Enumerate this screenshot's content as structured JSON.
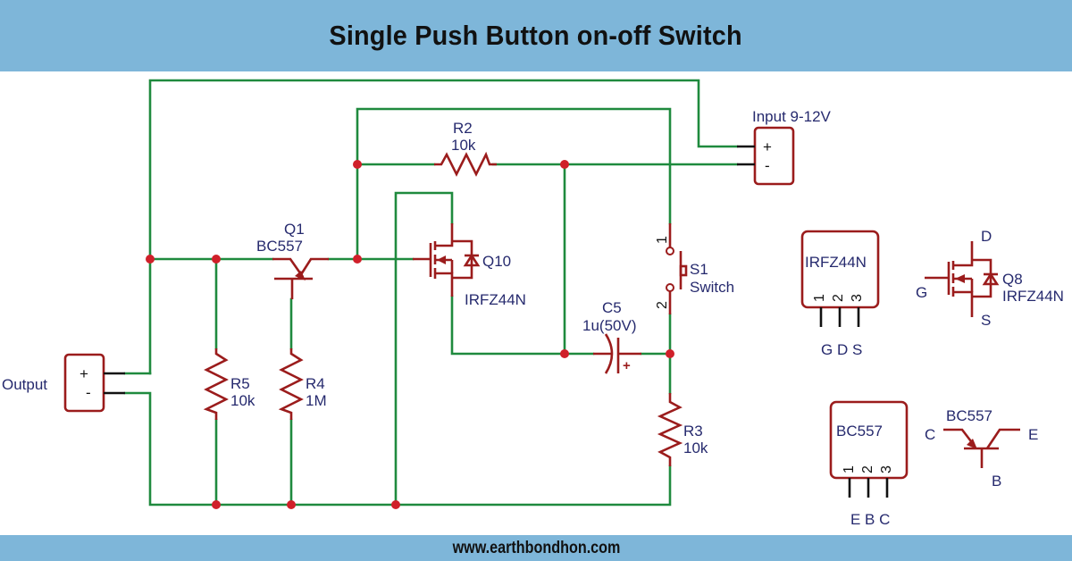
{
  "header": {
    "title": "Single Push Button on-off Switch"
  },
  "footer": {
    "website": "www.earthbondhon.com"
  },
  "colors": {
    "banner": "#7eb6d9",
    "wire": "#1f8a3e",
    "component": "#9b1c1c",
    "junction": "#d0202a",
    "label": "#262a6e"
  },
  "components": {
    "input_connector": {
      "label": "Input 9-12V",
      "plus": "+",
      "minus": "-"
    },
    "output_connector": {
      "label": "Output",
      "plus": "+",
      "minus": "-"
    },
    "r2": {
      "ref": "R2",
      "value": "10k"
    },
    "r3": {
      "ref": "R3",
      "value": "10k"
    },
    "r4": {
      "ref": "R4",
      "value": "1M"
    },
    "r5": {
      "ref": "R5",
      "value": "10k"
    },
    "q1": {
      "ref": "Q1",
      "part": "BC557"
    },
    "q10": {
      "ref": "Q10",
      "part": "IRFZ44N"
    },
    "c5": {
      "ref": "C5",
      "value": "1u(50V)",
      "polarity": "+"
    },
    "s1": {
      "ref": "S1",
      "name": "Switch",
      "pin1": "1",
      "pin2": "2"
    }
  },
  "pinouts": {
    "irfz44n_package": {
      "name": "IRFZ44N",
      "pins": [
        "1",
        "2",
        "3"
      ],
      "pin_names": "G D S"
    },
    "irfz44n_symbol": {
      "ref": "Q8",
      "part": "IRFZ44N",
      "gate": "G",
      "drain": "D",
      "source": "S"
    },
    "bc557_package": {
      "name": "BC557",
      "pins": [
        "1",
        "2",
        "3"
      ],
      "pin_names": "E B C"
    },
    "bc557_symbol": {
      "part": "BC557",
      "collector": "C",
      "emitter": "E",
      "base": "B"
    }
  }
}
